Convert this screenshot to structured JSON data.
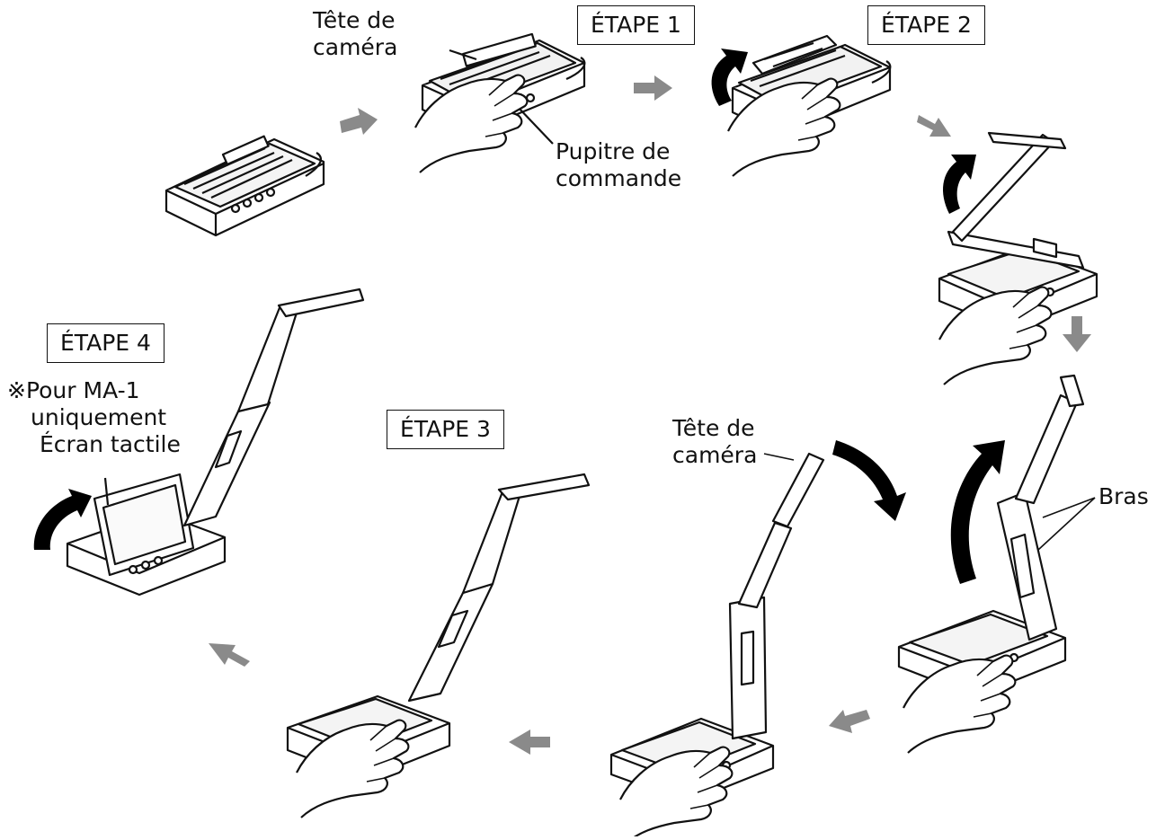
{
  "steps": {
    "step1": "ÉTAPE 1",
    "step2": "ÉTAPE 2",
    "step3": "ÉTAPE 3",
    "step4": "ÉTAPE 4"
  },
  "labels": {
    "camera_head_line1": "Tête de",
    "camera_head_line2": "caméra",
    "panel_line1": "Pupitre de",
    "panel_line2": "commande",
    "arm": "Bras",
    "note_line1": "※Pour MA-1",
    "note_line2": "uniquement",
    "touchscreen": "Écran tactile"
  },
  "colors": {
    "flow_arrow": "#8a8a8a",
    "motion_arrow": "#000000",
    "line": "#111111"
  }
}
